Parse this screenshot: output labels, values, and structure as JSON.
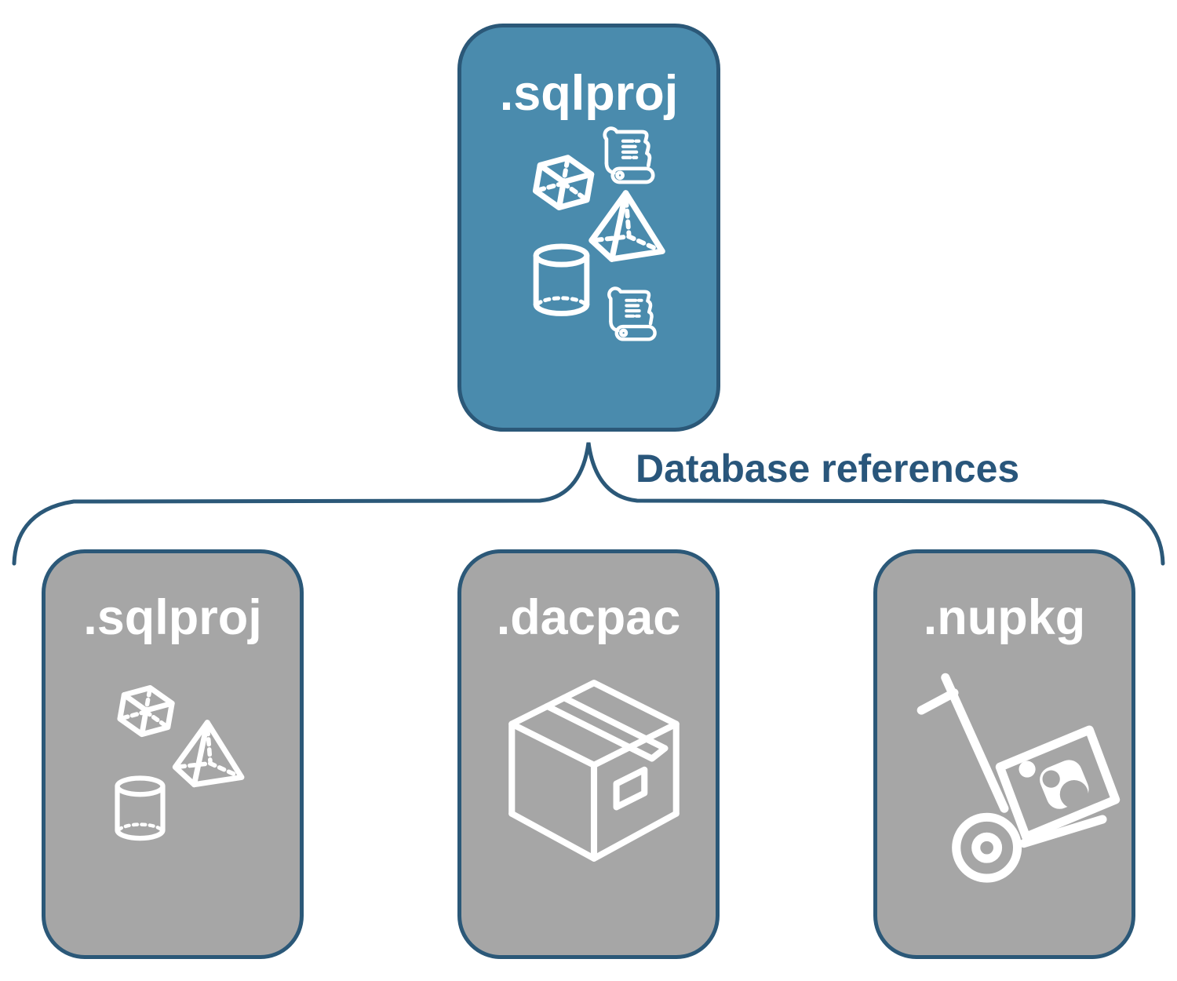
{
  "colors": {
    "accent_teal": "#4A8BAD",
    "outline_navy": "#2B5878",
    "card_gray": "#A6A6A6",
    "label_navy": "#29567B",
    "icon_white": "#FFFFFF",
    "background": "#FFFFFF"
  },
  "diagram": {
    "root_card": {
      "label": ".sqlproj",
      "icons": [
        "scroll-icon",
        "cube-icon",
        "pyramid-icon",
        "cylinder-icon",
        "scroll-icon"
      ]
    },
    "connector_label": "Database references",
    "child_cards": [
      {
        "label": ".sqlproj",
        "icons": [
          "cube-icon",
          "pyramid-icon",
          "cylinder-icon"
        ]
      },
      {
        "label": ".dacpac",
        "icons": [
          "package-box-icon"
        ]
      },
      {
        "label": ".nupkg",
        "icons": [
          "hand-truck-package-icon"
        ]
      }
    ]
  }
}
